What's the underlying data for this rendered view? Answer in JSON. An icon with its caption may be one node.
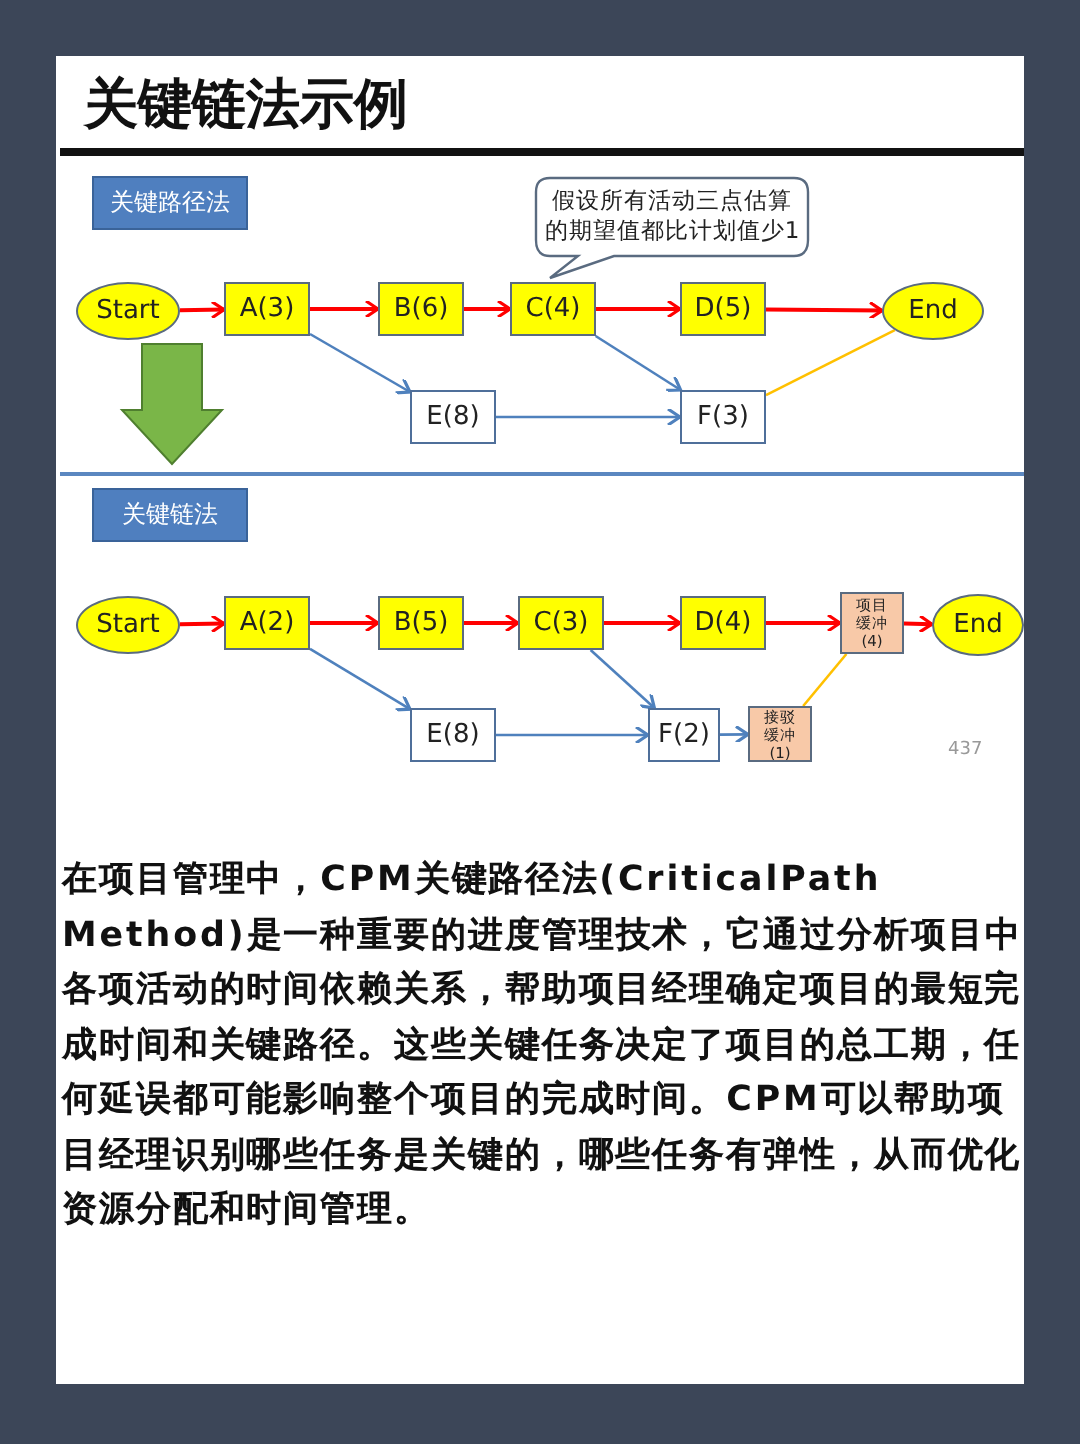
{
  "diagram": {
    "title": "关键链法示例",
    "nodes": [
      {
        "text": [
          "关键路径法"
        ]
      },
      {
        "text": [
          "假设所有活动三点估算的期望值都比计划值少1"
        ]
      },
      {
        "text": [
          "Start"
        ]
      },
      {
        "text": [
          "A(3)"
        ]
      },
      {
        "text": [
          "B(6)"
        ]
      },
      {
        "text": [
          "C(4)"
        ]
      },
      {
        "text": [
          "D(5)"
        ]
      },
      {
        "text": [
          "End"
        ]
      },
      {
        "text": [
          "E(8)"
        ]
      },
      {
        "text": [
          "F(3)"
        ]
      },
      {
        "text": [
          "关键链法"
        ]
      },
      {
        "text": [
          "Start"
        ]
      },
      {
        "text": [
          "A(2)"
        ]
      },
      {
        "text": [
          "B(5)"
        ]
      },
      {
        "text": [
          "C(3)"
        ]
      },
      {
        "text": [
          "D(4)"
        ]
      },
      {
        "text": [
          "项目缓冲(4)"
        ]
      },
      {
        "text": [
          "End"
        ]
      },
      {
        "text": [
          "E(8)"
        ]
      },
      {
        "text": [
          "F(2)"
        ]
      },
      {
        "text": [
          "接驳缓冲(1)"
        ]
      }
    ],
    "edges": [
      {
        "from": 2,
        "to": 3,
        "arrow": "to"
      },
      {
        "from": 3,
        "to": 4,
        "arrow": "to"
      },
      {
        "from": 4,
        "to": 5,
        "arrow": "to"
      },
      {
        "from": 5,
        "to": 6,
        "arrow": "to"
      },
      {
        "from": 6,
        "to": 7,
        "arrow": "to"
      },
      {
        "from": 3,
        "to": 8,
        "arrow": "to",
        "color": "#4f81bd"
      },
      {
        "from": 5,
        "to": 9,
        "arrow": "to",
        "color": "#4f81bd"
      },
      {
        "from": 8,
        "to": 9,
        "arrow": "to",
        "color": "#4f81bd"
      },
      {
        "from": 9,
        "to": 7,
        "arrow": "none",
        "color": "#ffc000"
      },
      {
        "from": 2,
        "to": 10,
        "arrow": "to",
        "style": "thick",
        "color": "#7ab648"
      },
      {
        "from": 11,
        "to": 12,
        "arrow": "to"
      },
      {
        "from": 12,
        "to": 13,
        "arrow": "to"
      },
      {
        "from": 13,
        "to": 14,
        "arrow": "to"
      },
      {
        "from": 14,
        "to": 15,
        "arrow": "to"
      },
      {
        "from": 15,
        "to": 16,
        "arrow": "to"
      },
      {
        "from": 16,
        "to": 17,
        "arrow": "to"
      },
      {
        "from": 12,
        "to": 18,
        "arrow": "to",
        "color": "#4f81bd"
      },
      {
        "from": 14,
        "to": 19,
        "arrow": "to",
        "color": "#4f81bd"
      },
      {
        "from": 18,
        "to": 19,
        "arrow": "to",
        "color": "#4f81bd"
      },
      {
        "from": 19,
        "to": 20,
        "arrow": "to",
        "color": "#4f81bd"
      },
      {
        "from": 20,
        "to": 16,
        "arrow": "none",
        "color": "#ffc000"
      }
    ],
    "labels": [
      "437"
    ],
    "caption": "在项目管理中，CPM关键路径法(CriticalPath Method)是一种重要的进度管理技术，它通过分析项目中各项活动的时间依赖关系，帮助项目经理确定项目的最短完成时间和关键路径。这些关键任务决定了项目的总工期，任何延误都可能影响整个项目的完成时间。CPM可以帮助项目经理识别哪些任务是关键的，哪些任务有弹性，从而优化资源分配和时间管理。"
  }
}
